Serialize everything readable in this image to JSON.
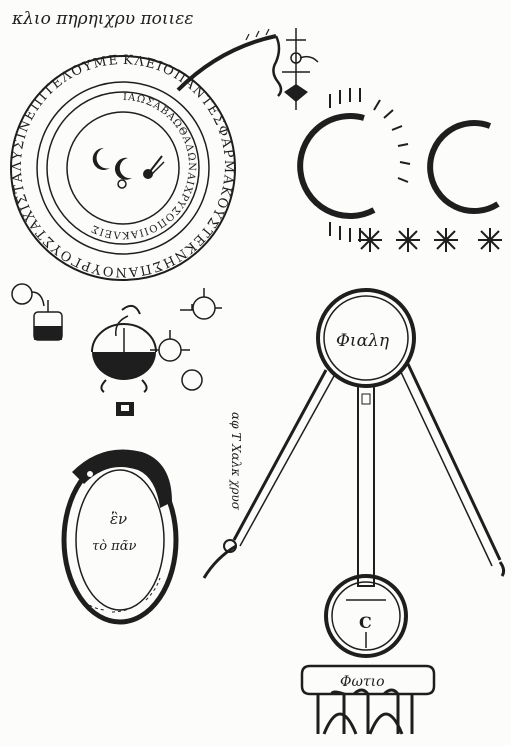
{
  "manuscript": {
    "top_line": "κλιο πηρηιχρυ ποιιεε",
    "outer_ring_text": "ΚΛΕΙΟΠΑΝΤΕΣΦΑΡΜΑΚΟΥΣΤΕΚΝΗΣΠΑΝΟΥΡΓΟΥΣΤΑΧΙΣΤΑΛΥΣΙΝΕΠΙΤΕΛΟΥΜΕΝ",
    "inner_ring_text": "ΙΑΩΣΑΒΑΩΘΑΔΩΝΑΙΧΡΥΣΟΠΟΙΙΑΚΛΕΙΣ",
    "vessel_top_label": "Φιαλη",
    "vessel_bottom_letter": "C",
    "stand_label": "Φωτιο",
    "side_note": "αφ Τ Χαλκ χρυσ",
    "serpent_line_1": "ἓν",
    "serpent_line_2": "τὸ πᾶν"
  },
  "colors": {
    "ink": "#1e1e1e",
    "paper": "#fcfcfa"
  }
}
